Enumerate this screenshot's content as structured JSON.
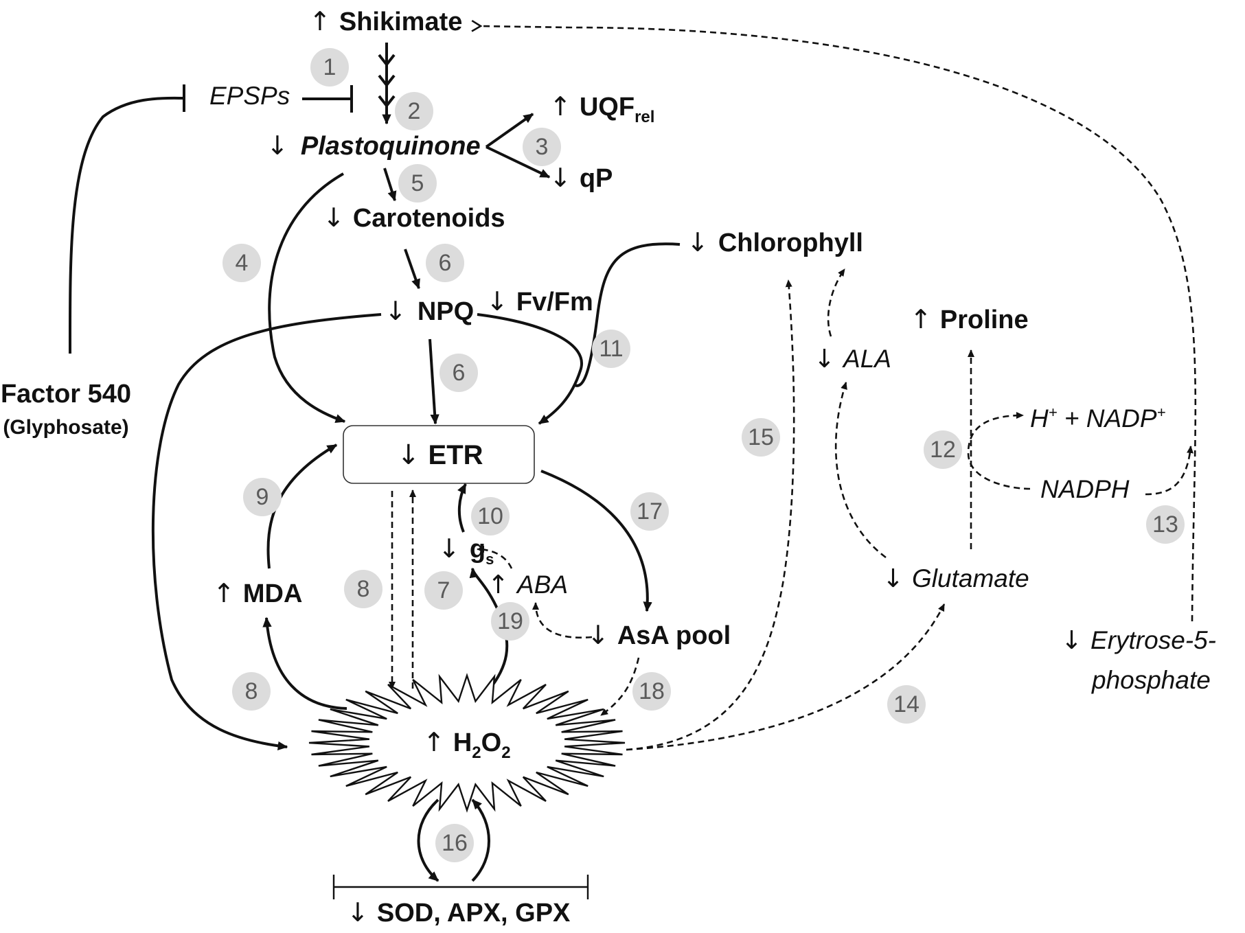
{
  "nodes": {
    "shikimate": {
      "arrow": "↑",
      "label": "Shikimate"
    },
    "epsps": {
      "label": "EPSPs"
    },
    "plastoquinone": {
      "arrow": "↓",
      "label": "Plastoquinone"
    },
    "uqf": {
      "arrow": "↑",
      "label": "UQF",
      "sub": "rel"
    },
    "qp": {
      "arrow": "↓",
      "label": "qP"
    },
    "carotenoids": {
      "arrow": "↓",
      "label": "Carotenoids"
    },
    "chlorophyll": {
      "arrow": "↓",
      "label": "Chlorophyll"
    },
    "npq": {
      "arrow": "↓",
      "label": "NPQ"
    },
    "fvfm": {
      "arrow": "↓",
      "label": "Fv/Fm"
    },
    "proline": {
      "arrow": "↑",
      "label": "Proline"
    },
    "ala": {
      "arrow": "↓",
      "label": "ALA"
    },
    "factor": {
      "label": "Factor 540",
      "sub": "(Glyphosate)"
    },
    "etr": {
      "arrow": "↓",
      "label": "ETR"
    },
    "h_nadp": {
      "label": "H+ + NADP+",
      "a": "H",
      "a_sup": "+",
      "b": " + NADP",
      "b_sup": "+"
    },
    "nadph": {
      "label": "NADPH"
    },
    "gs": {
      "arrow": "↓",
      "label": "g",
      "sub": "s"
    },
    "aba": {
      "arrow": "↑",
      "label": "ABA"
    },
    "mda": {
      "arrow": "↑",
      "label": "MDA"
    },
    "glutamate": {
      "arrow": "↓",
      "label": "Glutamate"
    },
    "erytrose": {
      "arrow": "↓",
      "label": "Erytrose-5-",
      "label2": "phosphate"
    },
    "asa": {
      "arrow": "↓",
      "label": "AsA pool"
    },
    "h2o2": {
      "arrow": "↑",
      "label": "H",
      "sub1": "2",
      "mid": "O",
      "sub2": "2"
    },
    "enzymes": {
      "arrow": "↓",
      "label": "SOD, APX, GPX"
    }
  },
  "step_numbers": [
    "1",
    "2",
    "3",
    "4",
    "5",
    "6",
    "6",
    "8",
    "9",
    "10",
    "11",
    "12",
    "13",
    "14",
    "15",
    "16",
    "17",
    "18",
    "19",
    "7",
    "8"
  ],
  "colors": {
    "line": "#111111",
    "badge": "#dcdcdc",
    "badge_text": "#5a5a5a"
  }
}
